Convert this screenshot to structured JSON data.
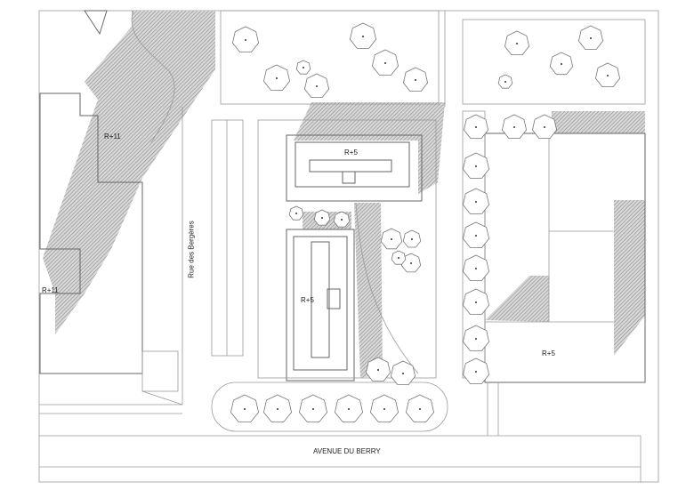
{
  "title": "Site plan",
  "labels": {
    "r11_top": "R+11",
    "r11_bottom": "R+11",
    "r5_north": "R+5",
    "r5_center": "R+5",
    "r5_east": "R+5",
    "street_west": "Rue des Bergères",
    "avenue_south": "AVENUE DU BERRY"
  },
  "colors": {
    "line": "#9a9a9a",
    "hatch": "#8a8a8a"
  }
}
